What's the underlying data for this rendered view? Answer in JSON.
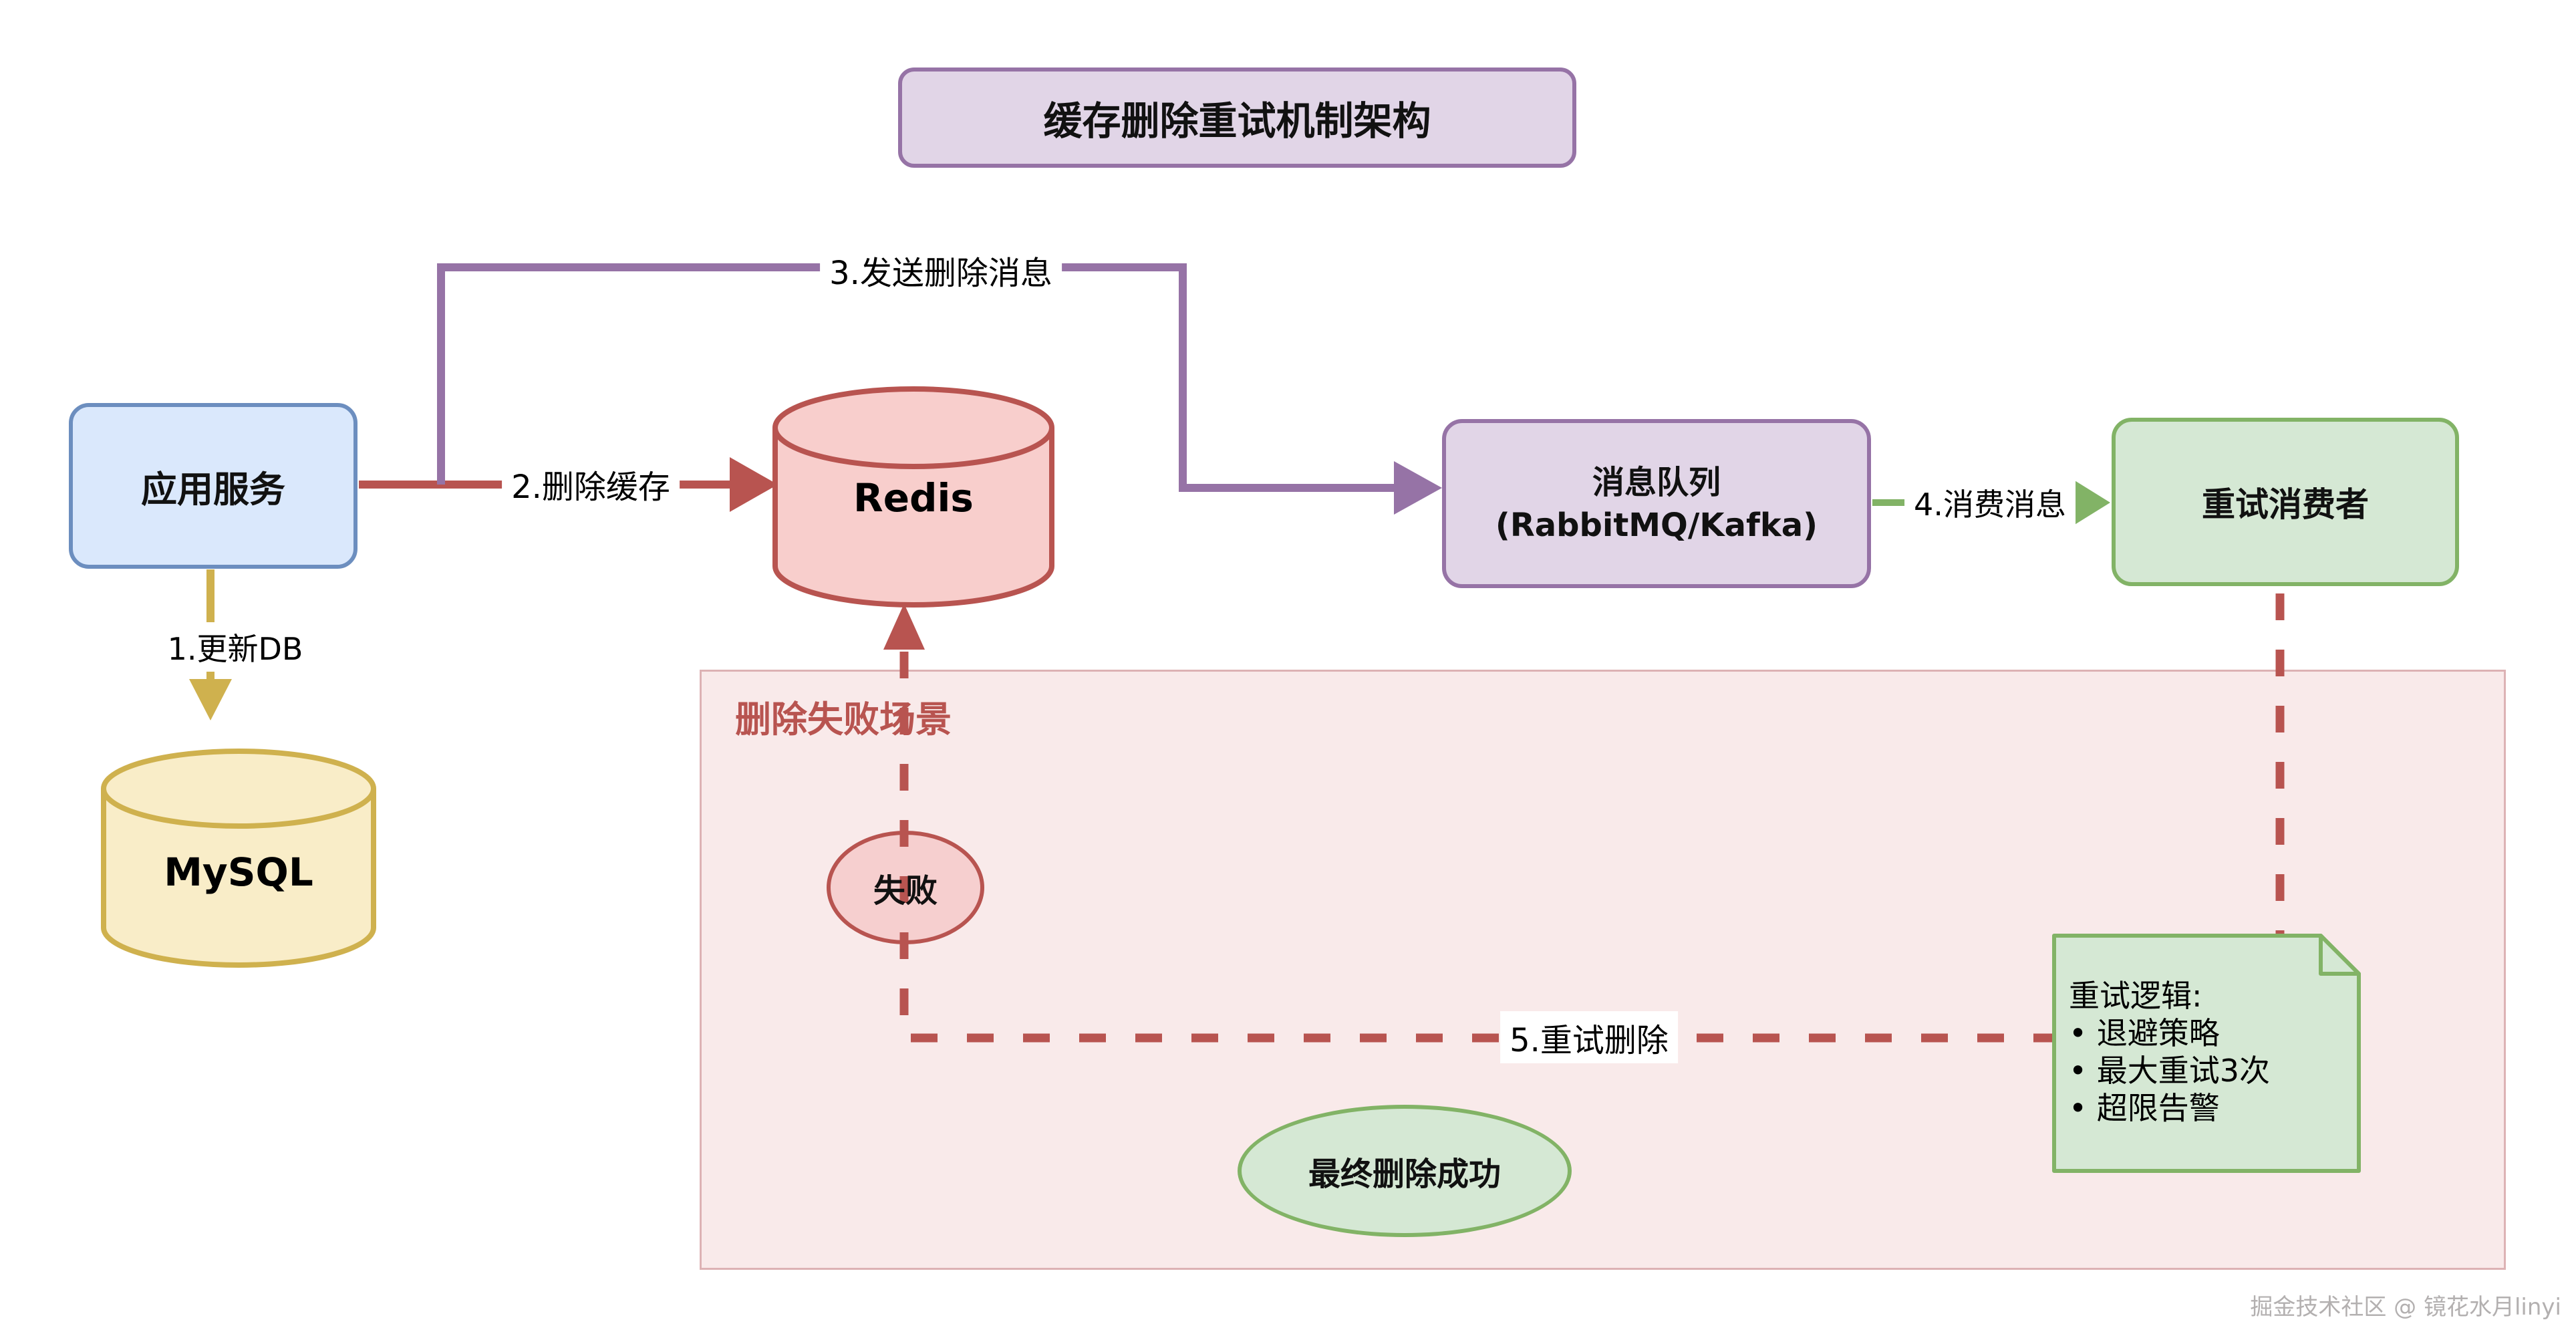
{
  "title": "缓存删除重试机制架构",
  "nodes": {
    "app_service": "应用服务",
    "mysql": "MySQL",
    "redis": "Redis",
    "message_queue_line1": "消息队列",
    "message_queue_line2": "(RabbitMQ/Kafka)",
    "retry_consumer": "重试消费者",
    "failure": "失败",
    "final_success": "最终删除成功"
  },
  "edges": {
    "update_db": "1.更新DB",
    "delete_cache": "2.删除缓存",
    "send_delete_message": "3.发送删除消息",
    "consume_message": "4.消费消息",
    "retry_delete": "5.重试删除"
  },
  "panel": {
    "label": "删除失败场景"
  },
  "note": {
    "lines": [
      "重试逻辑:",
      "• 退避策略",
      "• 最大重试3次",
      "• 超限告警"
    ]
  },
  "watermark": "掘金技术社区 @ 镜花水月linyi",
  "colors": {
    "blue_fill": "#dae8fc",
    "blue_stroke": "#6c8ebf",
    "purple_fill": "#e1d5e7",
    "purple_stroke": "#9673a6",
    "red_fill": "#f8cecc",
    "red_stroke": "#b85450",
    "yellow_fill": "#f9edc8",
    "yellow_stroke": "#cfb14e",
    "green_fill": "#d5e8d4",
    "green_stroke": "#82b366",
    "panel_fill": "#f9eaea",
    "panel_stroke": "#ddb2b4"
  }
}
